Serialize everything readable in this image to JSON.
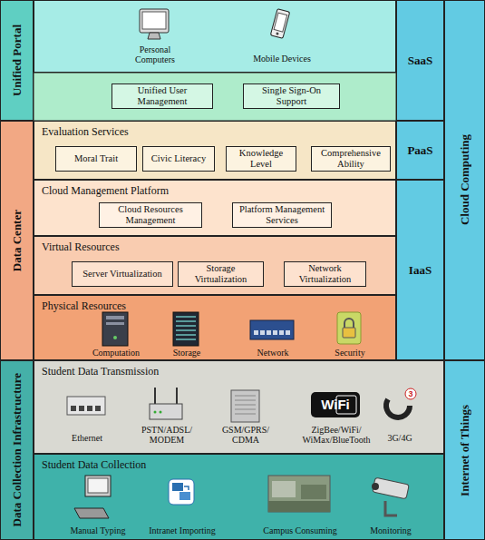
{
  "diagram": {
    "nodes": [
      {
        "text": [
          "Unified Portal"
        ]
      },
      {
        "text": [
          "Personal Computers",
          "Mobile Devices"
        ]
      },
      {
        "text": [
          "Unified User Management"
        ]
      },
      {
        "text": [
          "Single Sign-On Support"
        ]
      },
      {
        "text": [
          "SaaS"
        ]
      },
      {
        "text": [
          "Cloud Computing"
        ]
      },
      {
        "text": [
          "Data Center"
        ]
      },
      {
        "text": [
          "Evaluation Services"
        ]
      },
      {
        "text": [
          "Moral Trait"
        ],
        "in": 7
      },
      {
        "text": [
          "Civic Literacy"
        ],
        "in": 7
      },
      {
        "text": [
          "Knowledge Level"
        ],
        "in": 7
      },
      {
        "text": [
          "Comprehensive Ability"
        ],
        "in": 7
      },
      {
        "text": [
          "PaaS"
        ]
      },
      {
        "text": [
          "Cloud Management Platform"
        ]
      },
      {
        "text": [
          "Cloud Resources Management"
        ],
        "in": 13
      },
      {
        "text": [
          "Platform Management Services"
        ],
        "in": 13
      },
      {
        "text": [
          "Virtual Resources"
        ]
      },
      {
        "text": [
          "Server Virtualization"
        ],
        "in": 16
      },
      {
        "text": [
          "Storage Virtualization"
        ],
        "in": 16
      },
      {
        "text": [
          "Network Virtualization"
        ],
        "in": 16
      },
      {
        "text": [
          "IaaS"
        ]
      },
      {
        "text": [
          "Physical Resources",
          "Computation",
          "Storage",
          "Network",
          "Security"
        ]
      },
      {
        "text": [
          "Data Collection Infrastructure"
        ]
      },
      {
        "text": [
          "Student Data Transmission",
          "Ethernet",
          "PSTN/ADSL/ MODEM",
          "GSM/GPRS/ CDMA",
          "ZigBee/WiFi/ WiMax/BlueTooth",
          "3G/4G"
        ]
      },
      {
        "text": [
          "Internet of Things"
        ]
      },
      {
        "text": [
          "Student Data Collection",
          "Manual Typing",
          "Intranet Importing",
          "Campus Consuming",
          "Monitoring"
        ]
      }
    ],
    "labels": [
      "WiFi",
      "3"
    ]
  }
}
